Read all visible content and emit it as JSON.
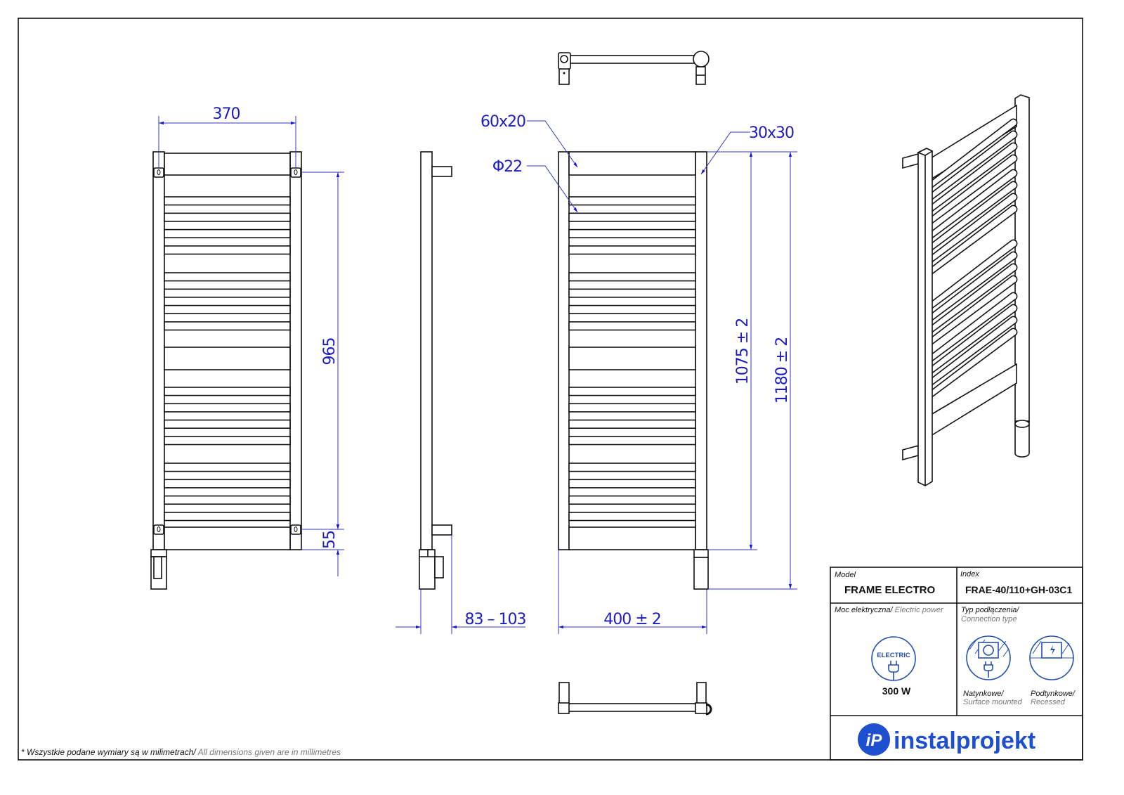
{
  "dimensions": {
    "width_between_holders": "370",
    "holder_spacing": "965",
    "bottom_offset": "55",
    "wall_distance": "83 – 103",
    "total_width": "400  ± 2",
    "frame_height": "1075  ± 2",
    "total_height": "1180  ± 2",
    "crossbar_profile": "60x20",
    "tube_diameter": "Φ22",
    "column_profile": "30x30"
  },
  "title_block": {
    "model_label": "Model",
    "model_value": "FRAME ELECTRO",
    "index_label": "Index",
    "index_value": "FRAE-40/110+GH-03C1",
    "power_label_pl": "Moc elektryczna/",
    "power_label_en": " Electric power",
    "power_badge": "ELECTRIC",
    "power_value": "300 W",
    "connection_label_pl": "Typ podłączenia/",
    "connection_label_en": "Connection type",
    "connection_options": [
      {
        "pl": "Natynkowe/",
        "en": "Surface mounted"
      },
      {
        "pl": "Podtynkowe/",
        "en": "Recessed"
      }
    ],
    "brand": "instalprojekt",
    "brand_color": "#1f4fd1"
  },
  "footnote": {
    "pl": "* Wszystkie podane wymiary są w milimetrach/",
    "en": " All dimensions given are in millimetres"
  },
  "colors": {
    "dimension": "#1c1cc0",
    "line": "#111111"
  }
}
